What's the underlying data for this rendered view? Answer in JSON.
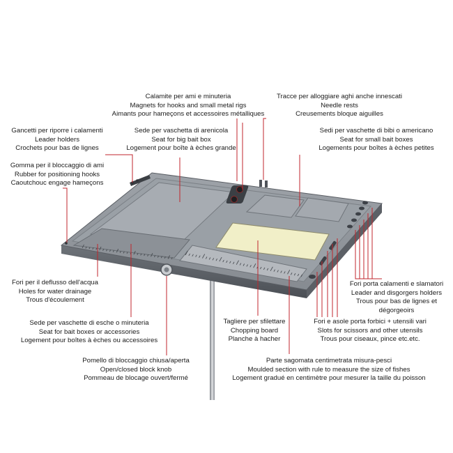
{
  "colors": {
    "leader": "#c0262c",
    "tray": "#8f9399",
    "panel": "#9aa0a6",
    "board": "#f1efc8",
    "text": "#1a1a1a"
  },
  "labels": {
    "magnets": [
      "Calamite per ami e minuteria",
      "Magnets for hooks and small metal rigs",
      "Aimants pour hameçons et accessoires métalliques"
    ],
    "needle_rests": [
      "Tracce per alloggiare aghi anche innescati",
      "Needle rests",
      "Creusements bloque aiguilles"
    ],
    "leader_holders": [
      "Gancetti per riporre i calamenti",
      "Leader holders",
      "Crochets pour bas de lignes"
    ],
    "big_bait_box": [
      "Sede per vaschetta di arenicola",
      "Seat for big bait box",
      "Logement pour boîte à èches grande"
    ],
    "small_bait_boxes": [
      "Sedi per vaschette di bibi o americano",
      "Seat for small bait boxes",
      "Logements pour boîtes à èches petites"
    ],
    "rubber_hooks": [
      "Gomma per il bloccaggio di ami",
      "Rubber for positioning hooks",
      "Caoutchouc engage hameçons"
    ],
    "drainage": [
      "Fori per il deflusso dell'acqua",
      "Holes for water drainage",
      "Trous d'écoulement"
    ],
    "disgorgers": [
      "Fori porta calamenti e slamatori",
      "Leader and disgorgers holders",
      "Trous pour bas de lignes et",
      "dégorgeoirs"
    ],
    "bait_accessories": [
      "Sede per vaschette di esche o minuteria",
      "Seat for bait boxes or accessories",
      "Logement pour boîtes à èches ou accessoires"
    ],
    "chopping_board": [
      "Tagliere per sfilettare",
      "Chopping board",
      "Planche à hacher"
    ],
    "scissors": [
      "Fori e asole porta forbici + utensili vari",
      "Slots for scissors and other utensils",
      "Trous pour ciseaux, pince etc.etc."
    ],
    "knob": [
      "Pomello di bloccaggio chiusa/aperta",
      "Open/closed block knob",
      "Pommeau de blocage ouvert/fermé"
    ],
    "ruler": [
      "Parte sagomata centimetrata misura-pesci",
      "Moulded section with rule to measure the size of fishes",
      "Logement gradué en centimètre pour mesurer la taille du poisson"
    ]
  }
}
